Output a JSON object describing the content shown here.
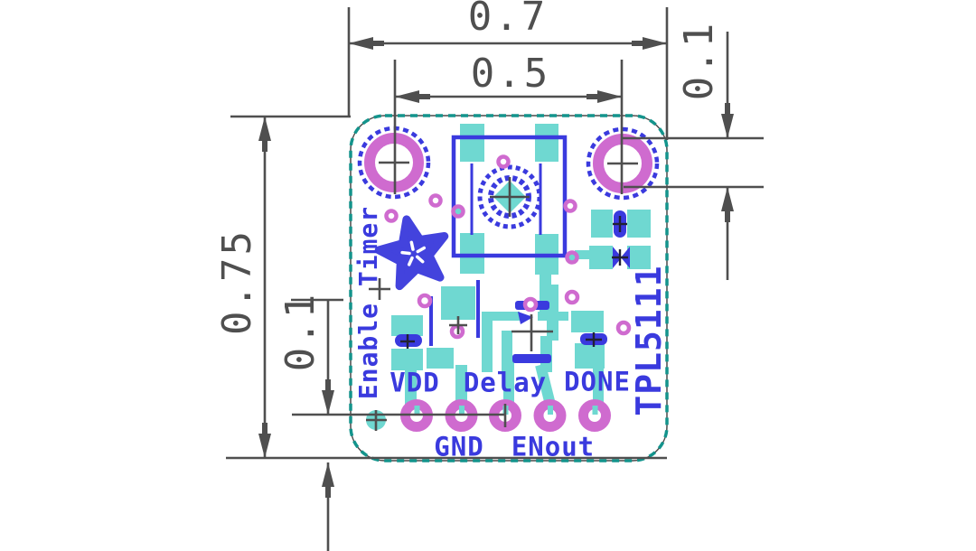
{
  "drawing_type": "pcb-fabrication-print",
  "dimensions": {
    "board_width_in": "0.7",
    "hole_spacing_in": "0.5",
    "hole_top_offset_in": "0.1",
    "board_height_in": "0.75",
    "pad_row_bottom_offset_in": "0.1"
  },
  "silkscreen": {
    "enable_timer_label": "Enable Timer",
    "chip_name": "TPL5111",
    "pin_labels_top": [
      "VDD",
      "Delay",
      "DONE"
    ],
    "pin_labels_bottom": [
      "GND",
      "ENout"
    ]
  },
  "colors": {
    "silkscreen_blue": "#3a3ade",
    "pad_teal": "#6fd8d1",
    "drill_magenta": "#cf6bcf",
    "board_outline_teal": "#13948c",
    "dimension_gray": "#4f4f4f",
    "background": "#ffffff"
  }
}
